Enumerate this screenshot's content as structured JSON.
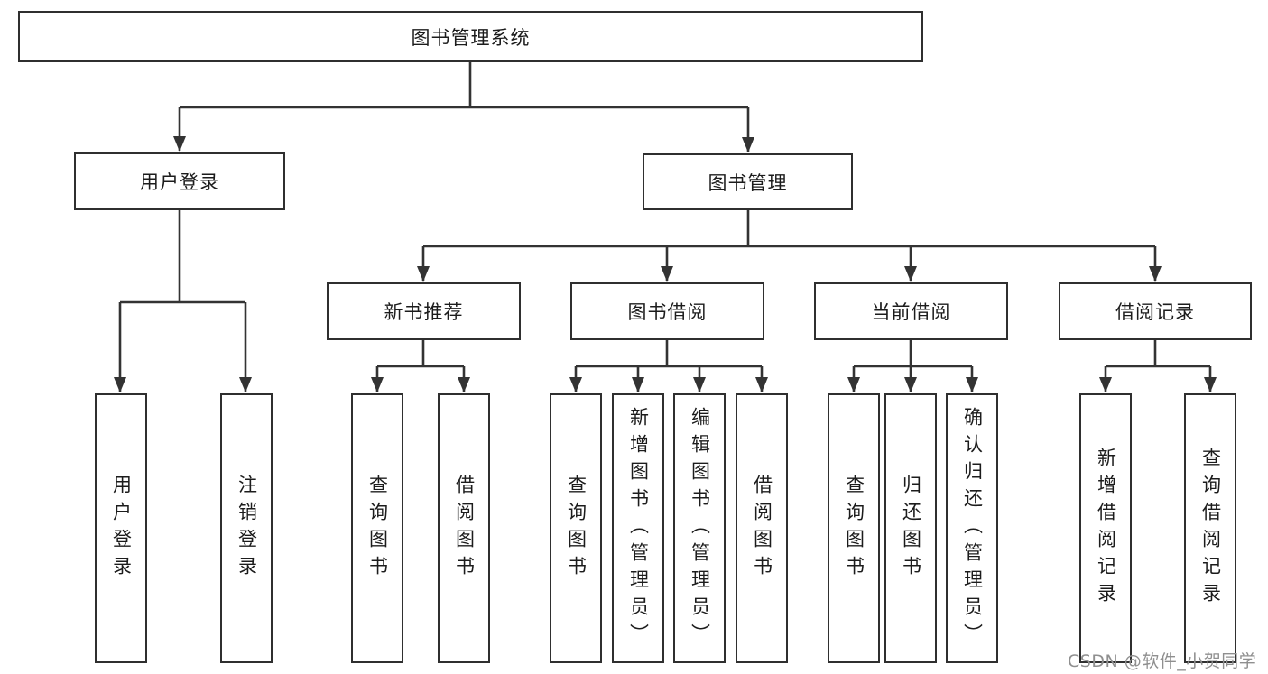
{
  "tree": {
    "root": "图书管理系统",
    "branches": [
      {
        "label": "用户登录",
        "children": [
          {
            "label": "用户登录"
          },
          {
            "label": "注销登录"
          }
        ]
      },
      {
        "label": "图书管理",
        "sections": [
          {
            "label": "新书推荐",
            "children": [
              {
                "label": "查询图书"
              },
              {
                "label": "借阅图书"
              }
            ]
          },
          {
            "label": "图书借阅",
            "children": [
              {
                "label": "查询图书"
              },
              {
                "label": "新增图书（管理员）"
              },
              {
                "label": "编辑图书（管理员）"
              },
              {
                "label": "借阅图书"
              }
            ]
          },
          {
            "label": "当前借阅",
            "children": [
              {
                "label": "查询图书"
              },
              {
                "label": "归还图书"
              },
              {
                "label": "确认归还（管理员）"
              }
            ]
          },
          {
            "label": "借阅记录",
            "children": [
              {
                "label": "新增借阅记录"
              },
              {
                "label": "查询借阅记录"
              }
            ]
          }
        ]
      }
    ]
  },
  "watermark": {
    "text": "CSDN @软件_小贺同学"
  },
  "colors": {
    "line": "#333333",
    "box_border": "#2f2f2f",
    "text": "#1c1c1c",
    "watermark": "#8f8f8f",
    "background": "#ffffff"
  }
}
